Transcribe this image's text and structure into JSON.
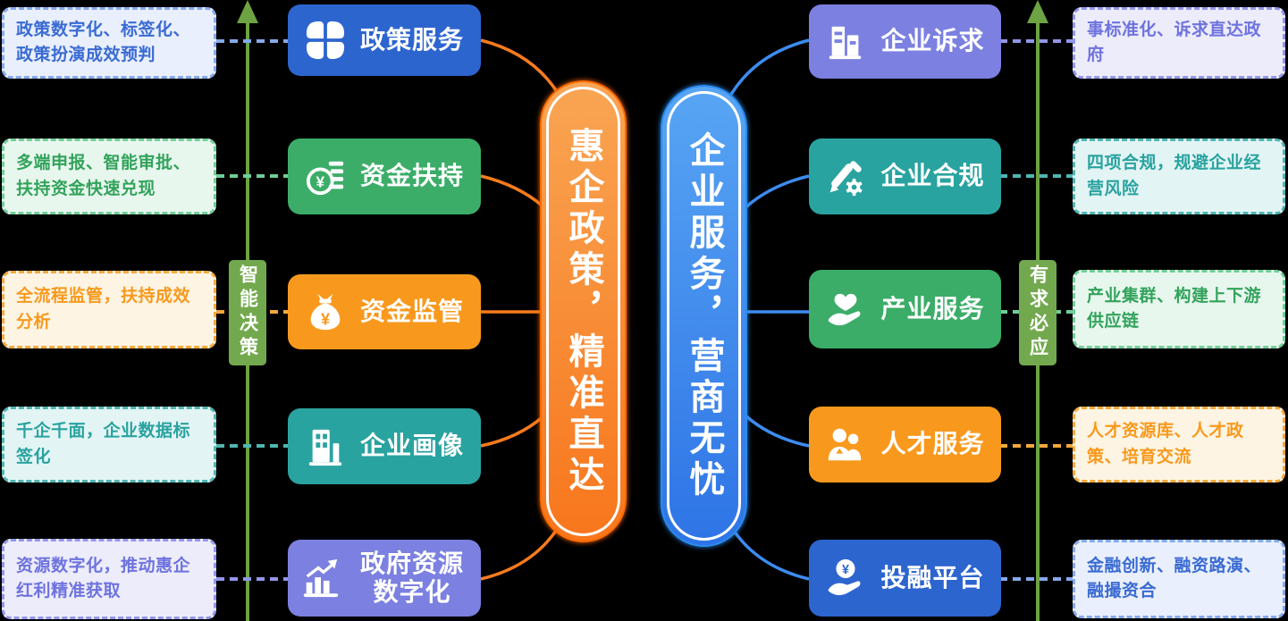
{
  "left_pillar": {
    "title": "惠企政策，精准直达"
  },
  "right_pillar": {
    "title": "企业服务，营商无忧"
  },
  "left_badge": "智能决策",
  "right_badge": "有求必应",
  "left_rows": [
    {
      "desc": "政策数字化、标签化、政策扮演成效预判",
      "label": "政策服务",
      "icon": "clover-icon",
      "color": "blue"
    },
    {
      "desc": "多端申报、智能审批、扶持资金快速兑现",
      "label": "资金扶持",
      "icon": "coin-stack-icon",
      "color": "green"
    },
    {
      "desc": "全流程监管，扶持成效分析",
      "label": "资金监管",
      "icon": "money-bag-icon",
      "color": "orange"
    },
    {
      "desc": "千企千面，企业数据标签化",
      "label": "企业画像",
      "icon": "building-icon",
      "color": "teal"
    },
    {
      "desc": "资源数字化，推动惠企红利精准获取",
      "label": "政府资源数字化",
      "icon": "bar-chart-icon",
      "color": "purple"
    }
  ],
  "right_rows": [
    {
      "label": "企业诉求",
      "desc": "事标准化、诉求直达政府",
      "icon": "buildings-icon",
      "color": "purple"
    },
    {
      "label": "企业合规",
      "desc": "四项合规，规避企业经营风险",
      "icon": "pen-gear-icon",
      "color": "teal"
    },
    {
      "label": "产业服务",
      "desc": "产业集群、构建上下游供应链",
      "icon": "heart-hand-icon",
      "color": "green"
    },
    {
      "label": "人才服务",
      "desc": "人才资源库、人才政策、培育交流",
      "icon": "people-icon",
      "color": "orange"
    },
    {
      "label": "投融平台",
      "desc": "金融创新、融资路演、融撮资合",
      "icon": "coin-hand-icon",
      "color": "blue"
    }
  ],
  "colors": {
    "blue": "#2d65cf",
    "green": "#3bad68",
    "orange": "#f8991d",
    "teal": "#29a3a0",
    "purple": "#7b80e1",
    "blue-light": "#e9effc",
    "blue-border": "#85a9ec",
    "blue-text": "#3a6bd2",
    "green-light": "#e8f7ee",
    "green-border": "#6fcf97",
    "green-text": "#33a35c",
    "orange-light": "#fdf4e3",
    "orange-border": "#f5a83c",
    "orange-text": "#f8991d",
    "teal-light": "#e3f4f4",
    "teal-border": "#4fb6b2",
    "teal-text": "#29a3a0",
    "purple-light": "#edecfb",
    "purple-border": "#9296ea",
    "purple-text": "#6e73de",
    "badge-green": "#73a94e",
    "line-green": "#6da342",
    "curve-orange": "#f87b1d",
    "curve-blue": "#3c8cf0",
    "pill-orange-top": "#f9a553",
    "pill-orange-bottom": "#f8761c",
    "pill-orange-border": "#ff6a00",
    "pill-blue-top": "#58a5f4",
    "pill-blue-bottom": "#2e74e6",
    "pill-blue-border": "#2a8cf0"
  }
}
